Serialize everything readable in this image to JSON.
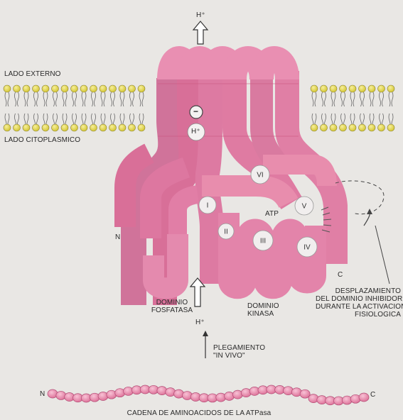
{
  "labels": {
    "outside": "LADO EXTERNO",
    "cytoplasmic": "LADO CITOPLASMICO",
    "proton_top": "H⁺",
    "proton_channel": "H⁺",
    "proton_bottom": "H⁺",
    "negative_charge": "−",
    "n_terminus_folded": "N",
    "c_terminus_folded": "C",
    "atp": "ATP",
    "phosphatase_domain": [
      "DOMINIO",
      "FOSFATASA"
    ],
    "kinase_domain": [
      "DOMINIO",
      "KINASA"
    ],
    "folding": [
      "PLEGAMIENTO",
      "\"IN VIVO\""
    ],
    "displacement": [
      "DESPLAZAMIENTO",
      "DEL DOMINIO INHIBIDOR",
      "DURANTE LA ACTIVACION",
      "FISIOLOGICA"
    ],
    "n_terminus_chain": "N",
    "c_terminus_chain": "C",
    "chain_caption": "CADENA DE AMINOACIDOS DE LA ATPasa"
  },
  "domains": [
    "I",
    "II",
    "III",
    "IV",
    "V",
    "VI"
  ],
  "colors": {
    "protein": "#e58aa9",
    "protein_dark": "#c25a7d",
    "protein_light": "#f2b8cc",
    "lipid_head": "#e3d94d",
    "circle": "#f1eeee",
    "background": "#e9e7e4",
    "ink": "#333333"
  }
}
